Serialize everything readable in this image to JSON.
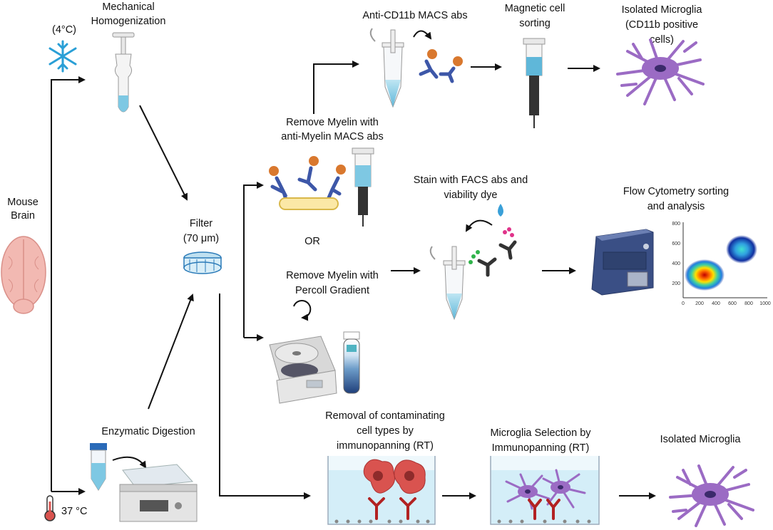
{
  "source": {
    "title_lines": [
      "Mouse",
      "Brain"
    ]
  },
  "mechanical": {
    "temp": "(4°C)",
    "title_lines": [
      "Mechanical",
      "Homogenization"
    ]
  },
  "enzymatic": {
    "title": "Enzymatic Digestion",
    "temp": "37 °C"
  },
  "filter": {
    "title_lines": [
      "Filter",
      "(70 μm)"
    ]
  },
  "myelin_macs": {
    "title_lines": [
      "Remove Myelin with",
      "anti-Myelin MACS abs"
    ]
  },
  "or_label": "OR",
  "percoll": {
    "title_lines": [
      "Remove Myelin with",
      "Percoll Gradient"
    ]
  },
  "cd11b_macs": {
    "title": "Anti-CD11b MACS abs"
  },
  "magnetic": {
    "title_lines": [
      "Magnetic cell",
      "sorting"
    ]
  },
  "isolated_cd11b": {
    "title_lines": [
      "Isolated Microglia",
      "(CD11b positive",
      "cells)"
    ]
  },
  "facs_stain": {
    "title_lines": [
      "Stain with FACS abs and",
      "viability dye"
    ]
  },
  "flow": {
    "title_lines": [
      "Flow Cytometry sorting",
      "and analysis"
    ],
    "x_ticks": [
      "0",
      "200",
      "400",
      "600",
      "800",
      "1000"
    ],
    "y_ticks": [
      "200",
      "400",
      "600",
      "800"
    ]
  },
  "removal": {
    "title_lines": [
      "Removal of contaminating",
      "cell types by",
      "immunopanning (RT)"
    ]
  },
  "selection": {
    "title_lines": [
      "Microglia Selection by",
      "Immunopanning (RT)"
    ]
  },
  "isolated_final": {
    "title": "Isolated Microglia"
  },
  "colors": {
    "microglia": "#9b6bc4",
    "microglia_nucleus": "#3b2a6b",
    "antibody": "#3d57a8",
    "bead": "#d9782e",
    "liquid": "#7ec8e3",
    "cell_red": "#d9534f",
    "instrument": "#3a4f85"
  }
}
